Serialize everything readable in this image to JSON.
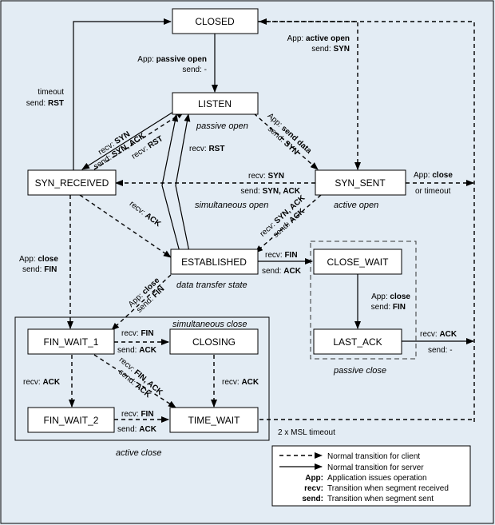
{
  "states": {
    "closed": "CLOSED",
    "listen": "LISTEN",
    "syn_received": "SYN_RECEIVED",
    "syn_sent": "SYN_SENT",
    "established": "ESTABLISHED",
    "close_wait": "CLOSE_WAIT",
    "last_ack": "LAST_ACK",
    "fin_wait_1": "FIN_WAIT_1",
    "closing": "CLOSING",
    "fin_wait_2": "FIN_WAIT_2",
    "time_wait": "TIME_WAIT"
  },
  "regions": {
    "passive_open": "passive open",
    "active_open": "active open",
    "simultaneous_open": "simultaneous open",
    "data_transfer_state": "data transfer state",
    "simultaneous_close": "simultaneous close",
    "passive_close": "passive close",
    "active_close": "active close",
    "msl_timeout": "2 x MSL timeout"
  },
  "words": {
    "app": "App:",
    "recv": "recv:",
    "send": "send:",
    "passive_open": "passive open",
    "active_open": "active open",
    "send_data": "send data",
    "close": "close",
    "syn": "SYN",
    "syn_ack": "SYN, ACK",
    "ack": "ACK",
    "fin": "FIN",
    "rst": "RST",
    "fin_ack": "FIN, ACK",
    "dash": "-",
    "timeout": "timeout",
    "or_timeout": "or timeout"
  },
  "legend": {
    "client": "Normal transition for client",
    "server": "Normal transition for server",
    "app_key": "App:",
    "app_desc": "Application issues operation",
    "recv_key": "recv:",
    "recv_desc": "Transition when segment received",
    "send_key": "send:",
    "send_desc": "Transition when segment sent"
  }
}
